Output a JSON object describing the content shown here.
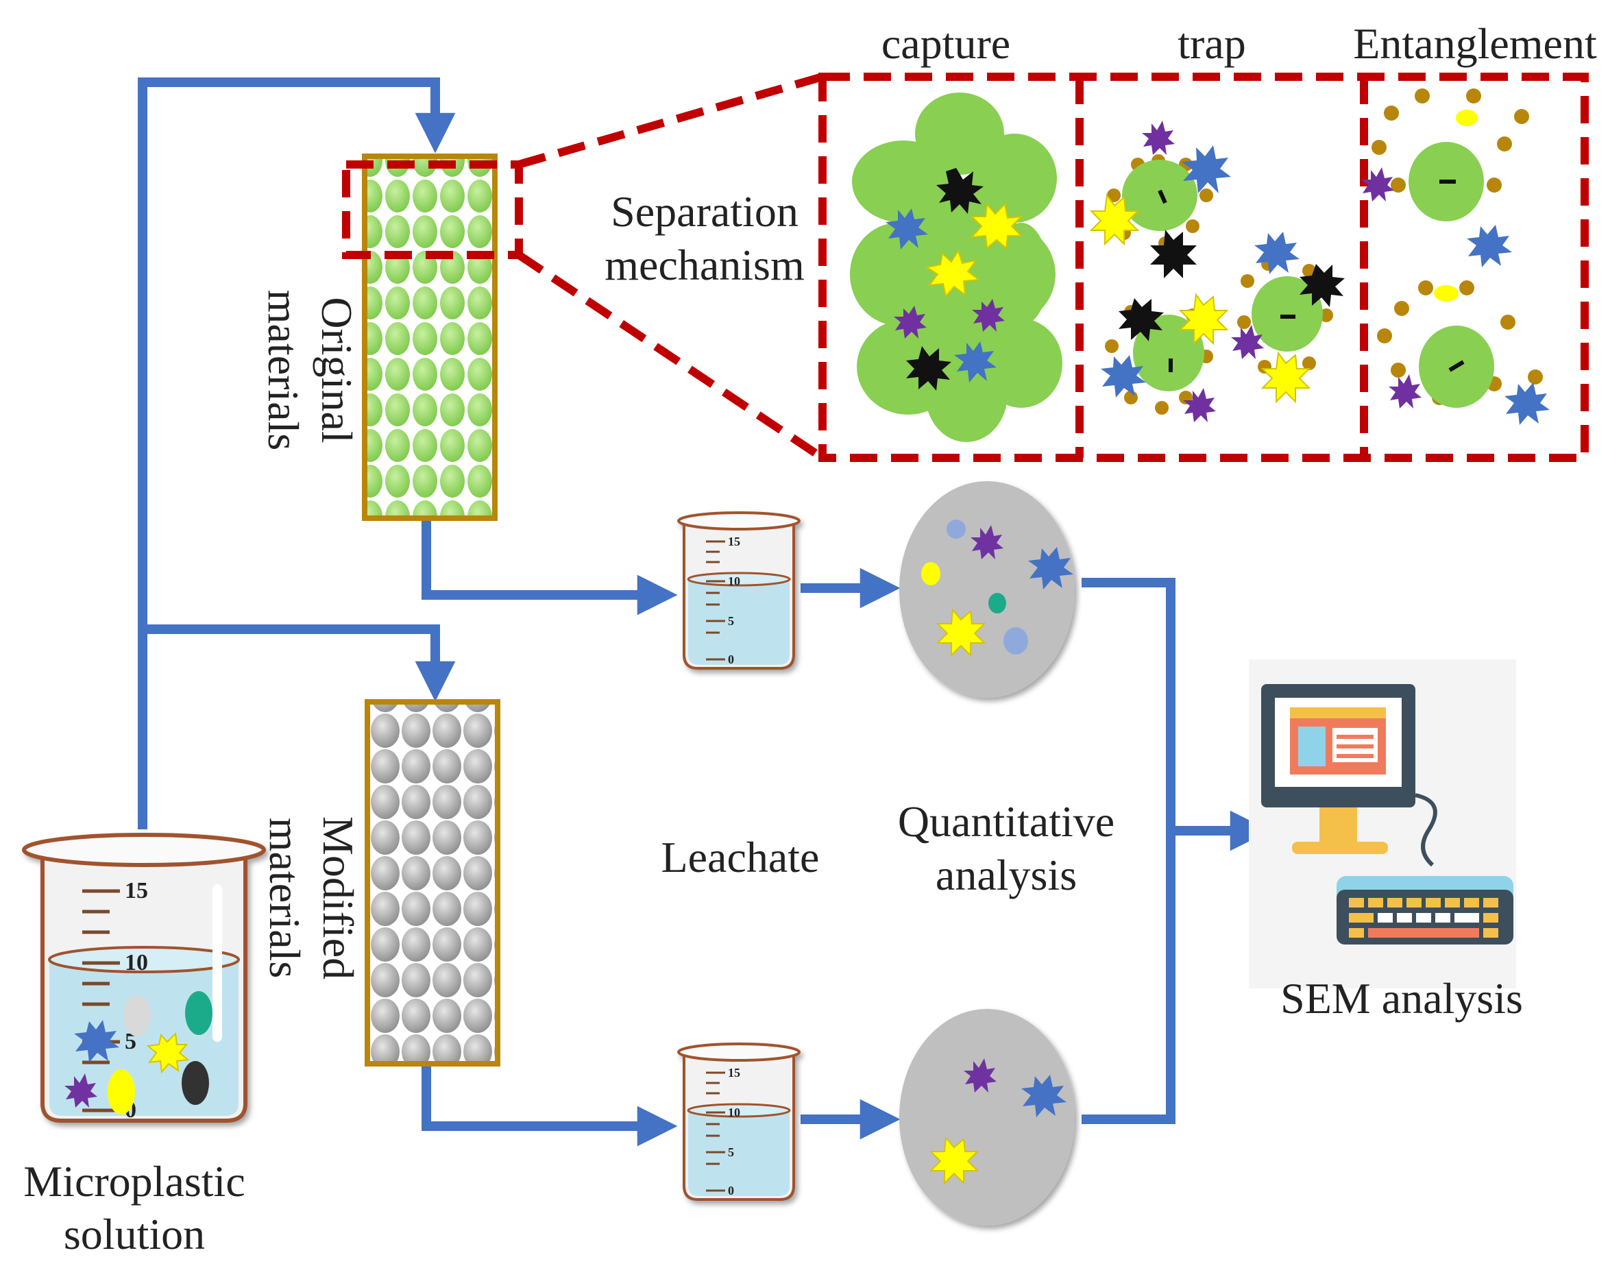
{
  "labels": {
    "capture": "capture",
    "trap": "trap",
    "entanglement": "Entanglement",
    "separation_line1": "Separation",
    "separation_line2": "mechanism",
    "original_line1": "Original",
    "original_line2": "materials",
    "modified_line1": "Modified",
    "modified_line2": "materials",
    "leachate": "Leachate",
    "quant_line1": "Quantitative",
    "quant_line2": "analysis",
    "sem": "SEM analysis",
    "micro_line1": "Microplastic",
    "micro_line2": "solution"
  },
  "beaker_ticks": [
    "15",
    "10",
    "5",
    "0"
  ],
  "colors": {
    "arrow": "#4472c4",
    "dashed_box": "#c00000",
    "column_border": "#b8860b",
    "bead_green": "#8cd35a",
    "bead_gray": "#a6a6a6",
    "dish": "#bfbfbf",
    "water": "#bfe3ee",
    "yellow": "#ffff00",
    "blue": "#4472c4",
    "purple": "#7030a0",
    "black": "#111111",
    "teal": "#1aab8a",
    "brown_dot": "#b8860b"
  },
  "icons": {
    "computer": "computer-icon",
    "keyboard": "keyboard-icon",
    "beaker": "beaker-icon",
    "petri_dish": "petri-dish-icon"
  }
}
